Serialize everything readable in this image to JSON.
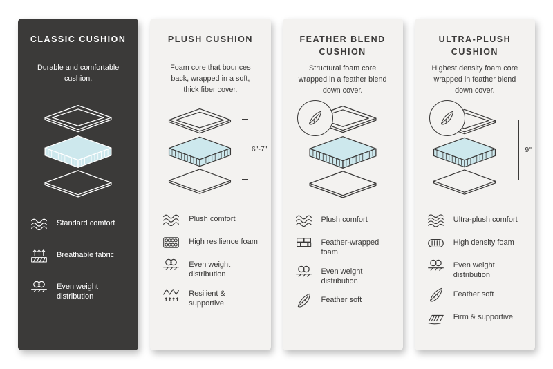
{
  "colors": {
    "dark_card": "#3b3a39",
    "light_card": "#f3f2f0",
    "foam_blue": "#cde8ed",
    "line_on_dark": "#ffffff",
    "line_on_light": "#3b3a39"
  },
  "cards": [
    {
      "title": "CLASSIC CUSHION",
      "description": "Durable and comfortable cushion.",
      "features": [
        {
          "icon": "#icon-wave",
          "label": "Standard comfort"
        },
        {
          "icon": "#icon-breathable",
          "label": "Breathable fabric"
        },
        {
          "icon": "#icon-weight",
          "label": "Even weight distribution"
        }
      ]
    },
    {
      "title": "PLUSH CUSHION",
      "description": "Foam core that bounces back, wrapped in a soft, thick fiber cover.",
      "measurement": "6\"-7\"",
      "features": [
        {
          "icon": "#icon-wave",
          "label": "Plush comfort"
        },
        {
          "icon": "#icon-coils",
          "label": "High resilience foam"
        },
        {
          "icon": "#icon-weight",
          "label": "Even weight distribution"
        },
        {
          "icon": "#icon-spring",
          "label": "Resilient & supportive"
        }
      ]
    },
    {
      "title": "FEATHER BLEND CUSHION",
      "description": "Structural foam core wrapped in a feather blend down cover.",
      "features": [
        {
          "icon": "#icon-wave",
          "label": "Plush comfort"
        },
        {
          "icon": "#icon-bricks",
          "label": "Feather-wrapped foam"
        },
        {
          "icon": "#icon-weight",
          "label": "Even weight distribution"
        },
        {
          "icon": "#icon-feather",
          "label": "Feather soft"
        }
      ]
    },
    {
      "title": "ULTRA-PLUSH CUSHION",
      "description": "Highest density foam core wrapped in feather blend down cover.",
      "measurement": "9\"",
      "features": [
        {
          "icon": "#icon-wave4",
          "label": "Ultra-plush comfort"
        },
        {
          "icon": "#icon-density",
          "label": "High density foam"
        },
        {
          "icon": "#icon-weight",
          "label": "Even weight distribution"
        },
        {
          "icon": "#icon-feather",
          "label": "Feather soft"
        },
        {
          "icon": "#icon-firm",
          "label": "Firm & supportive"
        }
      ]
    }
  ]
}
